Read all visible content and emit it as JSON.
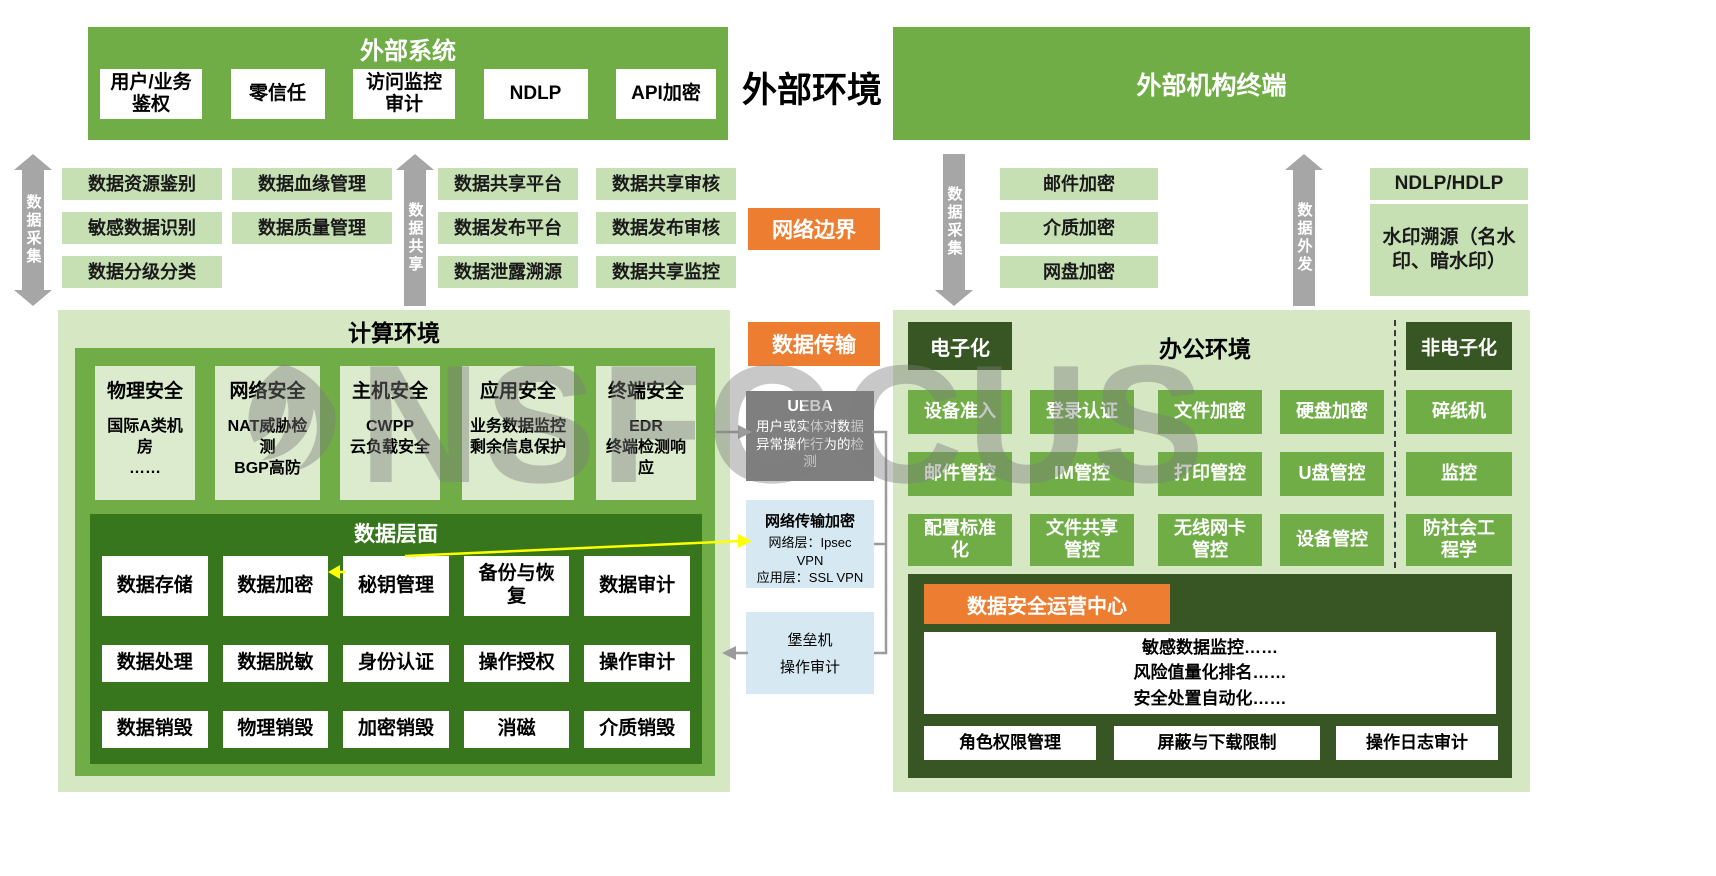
{
  "watermark_text": "NSFOCUS",
  "top": {
    "external_system": {
      "title": "外部系统",
      "items": [
        "用户/业务鉴权",
        "零信任",
        "访问监控审计",
        "NDLP",
        "API加密"
      ]
    },
    "external_env_label": "外部环境",
    "external_org_title": "外部机构终端"
  },
  "flows": {
    "collect_left": "数据采集",
    "share": "数据共享",
    "collect_right": "数据采集",
    "outbound": "数据外发"
  },
  "labels": {
    "network_boundary": "网络边界",
    "data_transfer": "数据传输"
  },
  "governance": {
    "col1": [
      "数据资源鉴别",
      "敏感数据识别",
      "数据分级分类"
    ],
    "col2": [
      "数据血缘管理",
      "数据质量管理"
    ],
    "col3": [
      "数据共享平台",
      "数据发布平台",
      "数据泄露溯源"
    ],
    "col4": [
      "数据共享审核",
      "数据发布审核",
      "数据共享监控"
    ]
  },
  "outbound_band": {
    "encrypt_items": [
      "邮件加密",
      "介质加密",
      "网盘加密"
    ],
    "ndlp": "NDLP/HDLP",
    "watermark_trace": "水印溯源（名水印、暗水印）"
  },
  "computing": {
    "title": "计算环境",
    "columns": [
      {
        "title": "物理安全",
        "line1": "国际A类机房",
        "line2": "……"
      },
      {
        "title": "网络安全",
        "line1": "NAT威胁检测",
        "line2": "BGP高防"
      },
      {
        "title": "主机安全",
        "line1": "CWPP",
        "line2": "云负载安全"
      },
      {
        "title": "应用安全",
        "line1": "业务数据监控",
        "line2": "剩余信息保护"
      },
      {
        "title": "终端安全",
        "line1": "EDR",
        "line2": "终端检测响应"
      }
    ],
    "data_layer": {
      "title": "数据层面",
      "rows": [
        [
          "数据存储",
          "数据加密",
          "秘钥管理",
          "备份与恢复",
          "数据审计"
        ],
        [
          "数据处理",
          "数据脱敏",
          "身份认证",
          "操作授权",
          "操作审计"
        ],
        [
          "数据销毁",
          "物理销毁",
          "加密销毁",
          "消磁",
          "介质销毁"
        ]
      ]
    }
  },
  "transmission": {
    "ueba_title": "UEBA",
    "ueba_desc": "用户或实体对数据异常操作行为的检测",
    "net_encrypt_title": "网络传输加密",
    "net_encrypt_line1": "网络层：Ipsec VPN",
    "net_encrypt_line2": "应用层：SSL VPN",
    "bastion_line1": "堡垒机",
    "bastion_line2": "操作审计"
  },
  "office": {
    "title": "办公环境",
    "electronic_label": "电子化",
    "non_electronic_label": "非电子化",
    "grid": [
      [
        "设备准入",
        "登录认证",
        "文件加密",
        "硬盘加密"
      ],
      [
        "邮件管控",
        "IM管控",
        "打印管控",
        "U盘管控"
      ],
      [
        "配置标准化",
        "文件共享管控",
        "无线网卡管控",
        "设备管控"
      ]
    ],
    "non_electronic_items": [
      "碎纸机",
      "监控",
      "防社会工程学"
    ],
    "soc": {
      "title": "数据安全运营中心",
      "line1": "敏感数据监控……",
      "line2": "风险值量化排名……",
      "line3": "安全处置自动化……",
      "bottom": [
        "角色权限管理",
        "屏蔽与下载限制",
        "操作日志审计"
      ]
    }
  }
}
